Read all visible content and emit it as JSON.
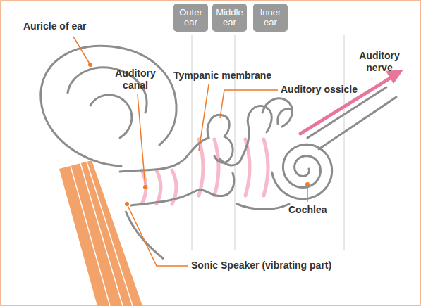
{
  "diagram": {
    "nodes": [
      {
        "text": [
          "Outer ear"
        ]
      },
      {
        "text": [
          "Middle ear"
        ]
      },
      {
        "text": [
          "Inner ear"
        ]
      }
    ],
    "labels": [
      "Auricle of ear",
      "Auditory canal",
      "Tympanic membrane",
      "Auditory ossicle",
      "Auditory nerve",
      "Cochlea",
      "Sonic Speaker (vibrating part)"
    ]
  }
}
